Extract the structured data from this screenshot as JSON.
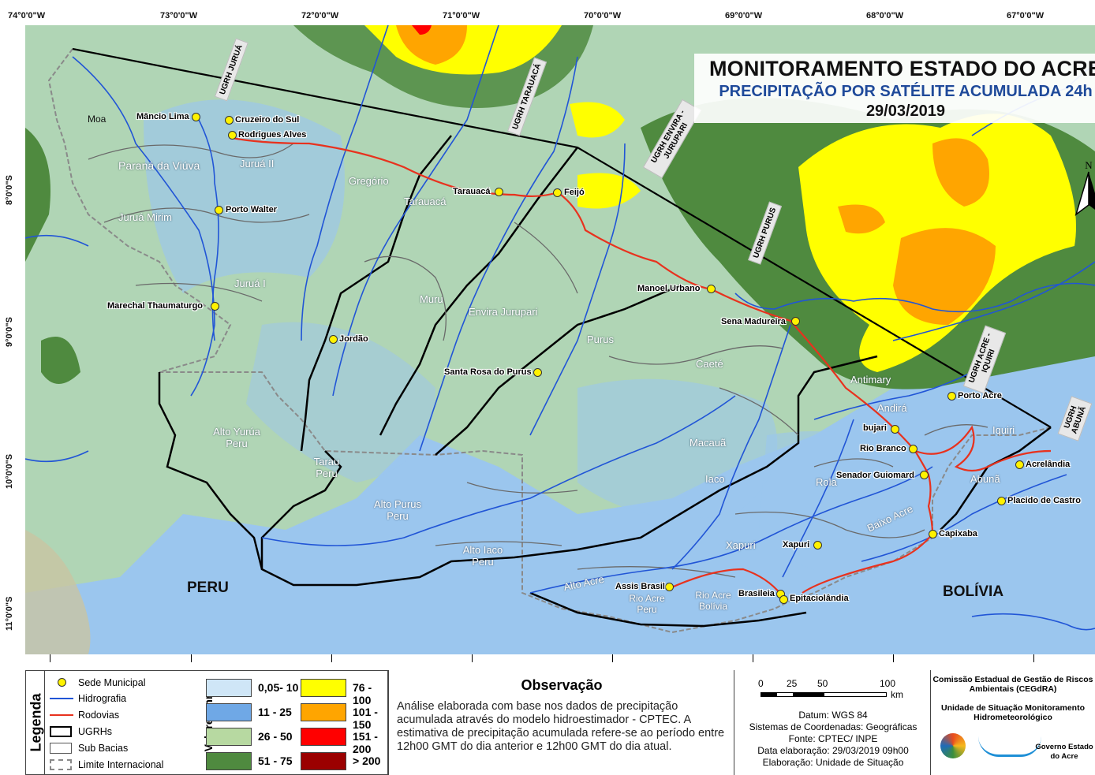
{
  "title": {
    "main": "MONITORAMENTO ESTADO DO ACRE",
    "sub": "PRECIPITAÇÃO POR SATÉLITE ACUMULADA 24h",
    "date": "29/03/2019"
  },
  "coords_top": [
    "74°0'0\"W",
    "73°0'0\"W",
    "72°0'0\"W",
    "71°0'0\"W",
    "70°0'0\"W",
    "69°0'0\"W",
    "68°0'0\"W",
    "67°0'0\"W"
  ],
  "coords_left": [
    "8°0'0\"S",
    "9°0'0\"S",
    "10°0'0\"S",
    "11°0'0\"S"
  ],
  "cities": [
    {
      "name": "Mâncio Lima"
    },
    {
      "name": "Cruzeiro do Sul"
    },
    {
      "name": "Rodrigues Alves"
    },
    {
      "name": "Porto Walter"
    },
    {
      "name": "Marechal Thaumaturgo"
    },
    {
      "name": "Jordão"
    },
    {
      "name": "Tarauacá"
    },
    {
      "name": "Feijó"
    },
    {
      "name": "Manoel Urbano"
    },
    {
      "name": "Santa Rosa do Purus"
    },
    {
      "name": "Sena Madureira"
    },
    {
      "name": "Porto Acre"
    },
    {
      "name": "bujari"
    },
    {
      "name": "Rio Branco"
    },
    {
      "name": "Senador Guiomard"
    },
    {
      "name": "Acrelândia"
    },
    {
      "name": "Placido de Castro"
    },
    {
      "name": "Capixaba"
    },
    {
      "name": "Xapuri"
    },
    {
      "name": "Assis Brasil"
    },
    {
      "name": "Brasileia"
    },
    {
      "name": "Epitaciolândia"
    }
  ],
  "subbasins": [
    "Moa",
    "Paraná da Viúva",
    "Juruá II",
    "Juruá Mirim",
    "Gregório",
    "Tarauacá",
    "Juruá I",
    "Muru",
    "Envira Jurupari",
    "Purus",
    "Caeté",
    "Antimary",
    "Andirá",
    "Iquiri",
    "Abunã",
    "Macauã",
    "Iaco",
    "Rola",
    "Alto Yurúa Peru",
    "Tarau Peru",
    "Alto Purus Peru",
    "Alto Iaco Peru",
    "Xapuri",
    "Baixo Acre",
    "Alto Acre",
    "Rio Acre Peru",
    "Rio Acre Bolívia"
  ],
  "ugrhs": [
    "UGRH JURUÁ",
    "UGRH TARAUACÁ",
    "UGRH ENVIRA - JURUPARI",
    "UGRH PURUS",
    "UGRH ACRE - IQUIRI",
    "UGRH ABUNÃ"
  ],
  "countries": {
    "peru": "PERU",
    "bolivia": "BOLÍVIA"
  },
  "north": "N",
  "legend": {
    "title": "Legenda",
    "items": [
      "Sede Municipal",
      "Hidrografia",
      "Rodovias",
      "UGRHs",
      "Sub Bacias",
      "Limite Internacional"
    ],
    "values_title": "Valores mm",
    "classes": [
      {
        "label": "0,05- 10",
        "color": "#cfe6f7"
      },
      {
        "label": "11 - 25",
        "color": "#6fa8e6"
      },
      {
        "label": "26 - 50",
        "color": "#b7d9a1"
      },
      {
        "label": "51 - 75",
        "color": "#4f8a3f"
      },
      {
        "label": "76 - 100",
        "color": "#ffff00"
      },
      {
        "label": "101 - 150",
        "color": "#ffa500"
      },
      {
        "label": "151 - 200",
        "color": "#ff0000"
      },
      {
        "label": "> 200",
        "color": "#9b0000"
      }
    ]
  },
  "observacao": {
    "title": "Observação",
    "text": "Análise elaborada com base nos dados de precipitação acumulada através do modelo hidroestimador - CPTEC. A estimativa de  precipitação acumulada refere-se ao período entre 12h00 GMT  do dia anterior e 12h00 GMT do dia atual."
  },
  "scale": {
    "ticks": [
      "0",
      "25",
      "50",
      "100"
    ],
    "unit": "km"
  },
  "meta": [
    "Datum: WGS 84",
    "Sistemas de Coordenadas: Geográficas",
    "Fonte: CPTEC/ INPE",
    "Data elaboração: 29/03/2019 09h00",
    "Elaboração: Unidade de Situação"
  ],
  "org": {
    "line1": "Comissão Estadual de Gestão de Riscos Ambientais (CEGdRA)",
    "line2": "Unidade de Situação Monitoramento Hidrometeorológico",
    "gov": "Governo Estado do Acre"
  }
}
